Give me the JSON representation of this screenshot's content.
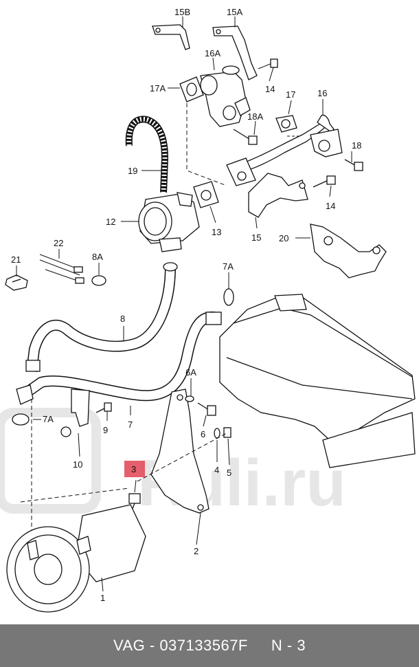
{
  "watermark": "Ruli.ru",
  "labels": {
    "l15B": "15B",
    "l15A": "15A",
    "l16A": "16A",
    "l17A": "17A",
    "l14a": "14",
    "l17": "17",
    "l16": "16",
    "l18A": "18A",
    "l18": "18",
    "l19": "19",
    "l12": "12",
    "l13": "13",
    "l14b": "14",
    "l15": "15",
    "l20": "20",
    "l22": "22",
    "l21": "21",
    "l8A": "8A",
    "l7A": "7A",
    "l8": "8",
    "l6A": "6A",
    "l7Ab": "7A",
    "l9": "9",
    "l7": "7",
    "l6": "6",
    "l10": "10",
    "l3": "3",
    "l4": "4",
    "l5": "5",
    "l2": "2",
    "l1": "1"
  },
  "footer": {
    "part_number": "VAG - 037133567F",
    "code": "N - 3"
  },
  "highlight_color": "#e04452"
}
